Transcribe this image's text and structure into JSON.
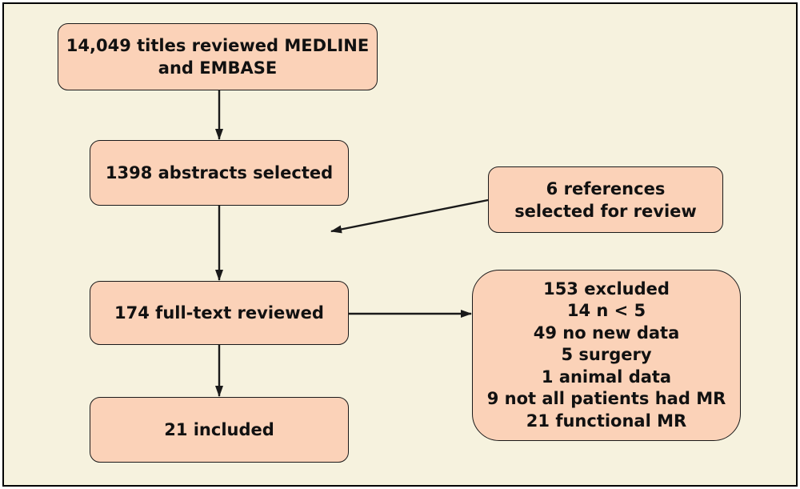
{
  "colors": {
    "background": "#f6f2de",
    "box_fill": "#fbd2b8",
    "stroke": "#1a1a1a"
  },
  "boxes": {
    "titles": {
      "lines": [
        "14,049 titles reviewed MEDLINE",
        "and EMBASE"
      ]
    },
    "abstracts": {
      "lines": [
        "1398 abstracts selected"
      ]
    },
    "references": {
      "lines": [
        "6 references",
        "selected for review"
      ]
    },
    "fulltext": {
      "lines": [
        "174 full-text reviewed"
      ]
    },
    "included": {
      "lines": [
        "21 included"
      ]
    },
    "excluded": {
      "lines": [
        "153 excluded",
        "14 n < 5",
        "49 no new data",
        "5 surgery",
        "1 animal data",
        "9 not all patients had MR",
        "21 functional MR"
      ]
    }
  }
}
